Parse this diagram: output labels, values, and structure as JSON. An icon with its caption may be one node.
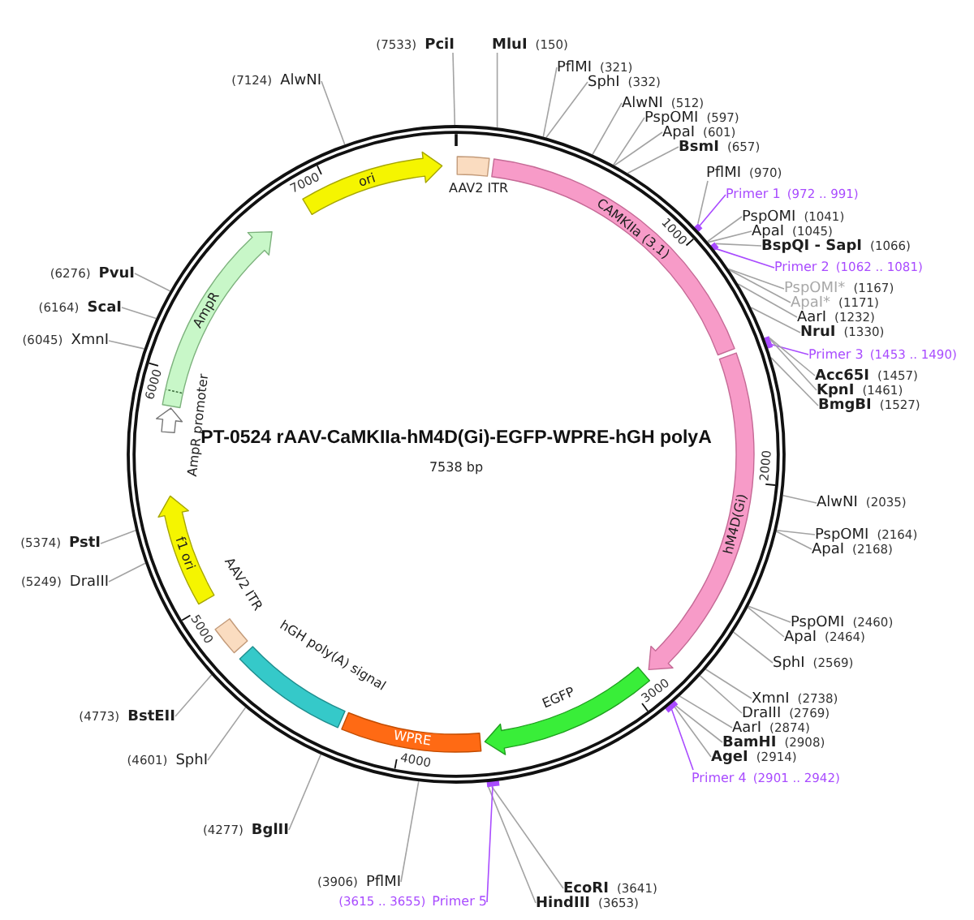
{
  "diagram": {
    "title": "PT-0524 rAAV-CaMKIIa-hM4D(Gi)-EGFP-WPRE-hGH polyA",
    "nodes": [
      {
        "text": [],
        "shape": "circle"
      },
      {
        "text": [],
        "shape": "box",
        "beside": [
          "AAV2 ITR"
        ],
        "in": 0
      },
      {
        "text": [
          "CAMKIIa (3.1)"
        ],
        "in": 0
      },
      {
        "text": [
          "hM4D(Gi)"
        ],
        "in": 0
      },
      {
        "text": [],
        "shape": "arrow",
        "beside": [
          "EGFP"
        ],
        "in": 0
      },
      {
        "text": [
          "WPRE"
        ],
        "in": 0
      },
      {
        "text": [],
        "shape": "box",
        "beside": [
          "hGH poly(A) signal"
        ],
        "in": 0
      },
      {
        "text": [],
        "shape": "box",
        "beside": [
          "AAV2 ITR"
        ],
        "in": 0
      },
      {
        "text": [
          "f1 ori"
        ],
        "in": 0
      },
      {
        "text": [],
        "shape": "arrow",
        "beside": [
          "AmpR promoter"
        ],
        "in": 0
      },
      {
        "text": [
          "AmpR"
        ],
        "in": 0
      },
      {
        "text": [
          "ori"
        ],
        "in": 0
      },
      {
        "text": [
          "(7533)",
          "PciI"
        ]
      },
      {
        "text": [
          "MluI",
          "(150)"
        ]
      },
      {
        "text": [
          "PflMI",
          "(321)"
        ]
      },
      {
        "text": [
          "SphI",
          "(332)"
        ]
      },
      {
        "text": [
          "AlwNI",
          "(512)"
        ]
      },
      {
        "text": [
          "PspOMI",
          "(597)"
        ]
      },
      {
        "text": [
          "ApaI",
          "(601)"
        ]
      },
      {
        "text": [
          "BsmI",
          "(657)"
        ]
      },
      {
        "text": [
          "PflMI",
          "(970)"
        ]
      },
      {
        "text": [
          "Primer 1",
          "(972 .. 991)"
        ]
      },
      {
        "text": [
          "PspOMI",
          "(1041)"
        ]
      },
      {
        "text": [
          "ApaI",
          "(1045)"
        ]
      },
      {
        "text": [
          "BspQI - SapI",
          "(1066)"
        ]
      },
      {
        "text": [
          "Primer 2",
          "(1062 .. 1081)"
        ]
      },
      {
        "text": [
          "PspOMI*",
          "(1167)"
        ]
      },
      {
        "text": [
          "ApaI*",
          "(1171)"
        ]
      },
      {
        "text": [
          "AarI",
          "(1232)"
        ]
      },
      {
        "text": [
          "NruI",
          "(1330)"
        ]
      },
      {
        "text": [
          "Primer 3",
          "(1453 .. 1490)"
        ]
      },
      {
        "text": [
          "Acc65I",
          "(1457)"
        ]
      },
      {
        "text": [
          "KpnI",
          "(1461)"
        ]
      },
      {
        "text": [
          "BmgBI",
          "(1527)"
        ]
      },
      {
        "text": [
          "AlwNI",
          "(2035)"
        ]
      },
      {
        "text": [
          "PspOMI",
          "(2164)"
        ]
      },
      {
        "text": [
          "ApaI",
          "(2168)"
        ]
      },
      {
        "text": [
          "PspOMI",
          "(2460)"
        ]
      },
      {
        "text": [
          "ApaI",
          "(2464)"
        ]
      },
      {
        "text": [
          "SphI",
          "(2569)"
        ]
      },
      {
        "text": [
          "XmnI",
          "(2738)"
        ]
      },
      {
        "text": [
          "DraIII",
          "(2769)"
        ]
      },
      {
        "text": [
          "AarI",
          "(2874)"
        ]
      },
      {
        "text": [
          "BamHI",
          "(2908)"
        ]
      },
      {
        "text": [
          "AgeI",
          "(2914)"
        ]
      },
      {
        "text": [
          "Primer 4",
          "(2901 .. 2942)"
        ]
      },
      {
        "text": [
          "EcoRI",
          "(3641)"
        ]
      },
      {
        "text": [
          "HindIII",
          "(3653)"
        ]
      },
      {
        "text": [
          "(3615 .. 3655)",
          "Primer 5"
        ]
      },
      {
        "text": [
          "(3906)",
          "PflMI"
        ]
      },
      {
        "text": [
          "(4277)",
          "BglII"
        ]
      },
      {
        "text": [
          "(4601)",
          "SphI"
        ]
      },
      {
        "text": [
          "(4773)",
          "BstEII"
        ]
      },
      {
        "text": [
          "(5249)",
          "DraIII"
        ]
      },
      {
        "text": [
          "(5374)",
          "PstI"
        ]
      },
      {
        "text": [
          "(6045)",
          "XmnI"
        ]
      },
      {
        "text": [
          "(6164)",
          "ScaI"
        ]
      },
      {
        "text": [
          "(6276)",
          "PvuI"
        ]
      },
      {
        "text": [
          "(7124)",
          "AlwNI"
        ]
      }
    ],
    "edges": [
      {
        "from": 12,
        "to": 0,
        "arrow": "none"
      },
      {
        "from": 13,
        "to": 0,
        "arrow": "none"
      },
      {
        "from": 14,
        "to": 0,
        "arrow": "none"
      },
      {
        "from": 15,
        "to": 0,
        "arrow": "none"
      },
      {
        "from": 16,
        "to": 0,
        "arrow": "none"
      },
      {
        "from": 17,
        "to": 0,
        "arrow": "none"
      },
      {
        "from": 18,
        "to": 0,
        "arrow": "none"
      },
      {
        "from": 19,
        "to": 0,
        "arrow": "none"
      },
      {
        "from": 20,
        "to": 0,
        "arrow": "none"
      },
      {
        "from": 21,
        "to": 0,
        "arrow": "none",
        "color": "#a94cff"
      },
      {
        "from": 22,
        "to": 0,
        "arrow": "none"
      },
      {
        "from": 23,
        "to": 0,
        "arrow": "none"
      },
      {
        "from": 24,
        "to": 0,
        "arrow": "none"
      },
      {
        "from": 25,
        "to": 0,
        "arrow": "none",
        "color": "#a94cff"
      },
      {
        "from": 26,
        "to": 0,
        "arrow": "none"
      },
      {
        "from": 27,
        "to": 0,
        "arrow": "none"
      },
      {
        "from": 28,
        "to": 0,
        "arrow": "none"
      },
      {
        "from": 29,
        "to": 0,
        "arrow": "none"
      },
      {
        "from": 30,
        "to": 0,
        "arrow": "none",
        "color": "#a94cff"
      },
      {
        "from": 31,
        "to": 0,
        "arrow": "none"
      },
      {
        "from": 32,
        "to": 0,
        "arrow": "none"
      },
      {
        "from": 33,
        "to": 0,
        "arrow": "none"
      },
      {
        "from": 34,
        "to": 0,
        "arrow": "none"
      },
      {
        "from": 35,
        "to": 0,
        "arrow": "none"
      },
      {
        "from": 36,
        "to": 0,
        "arrow": "none"
      },
      {
        "from": 37,
        "to": 0,
        "arrow": "none"
      },
      {
        "from": 38,
        "to": 0,
        "arrow": "none"
      },
      {
        "from": 39,
        "to": 0,
        "arrow": "none"
      },
      {
        "from": 40,
        "to": 0,
        "arrow": "none"
      },
      {
        "from": 41,
        "to": 0,
        "arrow": "none"
      },
      {
        "from": 42,
        "to": 0,
        "arrow": "none"
      },
      {
        "from": 43,
        "to": 0,
        "arrow": "none"
      },
      {
        "from": 44,
        "to": 0,
        "arrow": "none"
      },
      {
        "from": 45,
        "to": 0,
        "arrow": "none",
        "color": "#a94cff"
      },
      {
        "from": 46,
        "to": 0,
        "arrow": "none"
      },
      {
        "from": 47,
        "to": 0,
        "arrow": "none"
      },
      {
        "from": 48,
        "to": 0,
        "arrow": "none",
        "color": "#a94cff"
      },
      {
        "from": 49,
        "to": 0,
        "arrow": "none"
      },
      {
        "from": 50,
        "to": 0,
        "arrow": "none"
      },
      {
        "from": 51,
        "to": 0,
        "arrow": "none"
      },
      {
        "from": 52,
        "to": 0,
        "arrow": "none"
      },
      {
        "from": 53,
        "to": 0,
        "arrow": "none"
      },
      {
        "from": 54,
        "to": 0,
        "arrow": "none"
      },
      {
        "from": 55,
        "to": 0,
        "arrow": "none"
      },
      {
        "from": 56,
        "to": 0,
        "arrow": "none"
      },
      {
        "from": 57,
        "to": 0,
        "arrow": "none"
      },
      {
        "from": 58,
        "to": 0,
        "arrow": "none"
      }
    ],
    "labels": [
      "1000",
      "2000",
      "3000",
      "4000",
      "5000",
      "6000",
      "7000",
      "7538 bp"
    ]
  }
}
